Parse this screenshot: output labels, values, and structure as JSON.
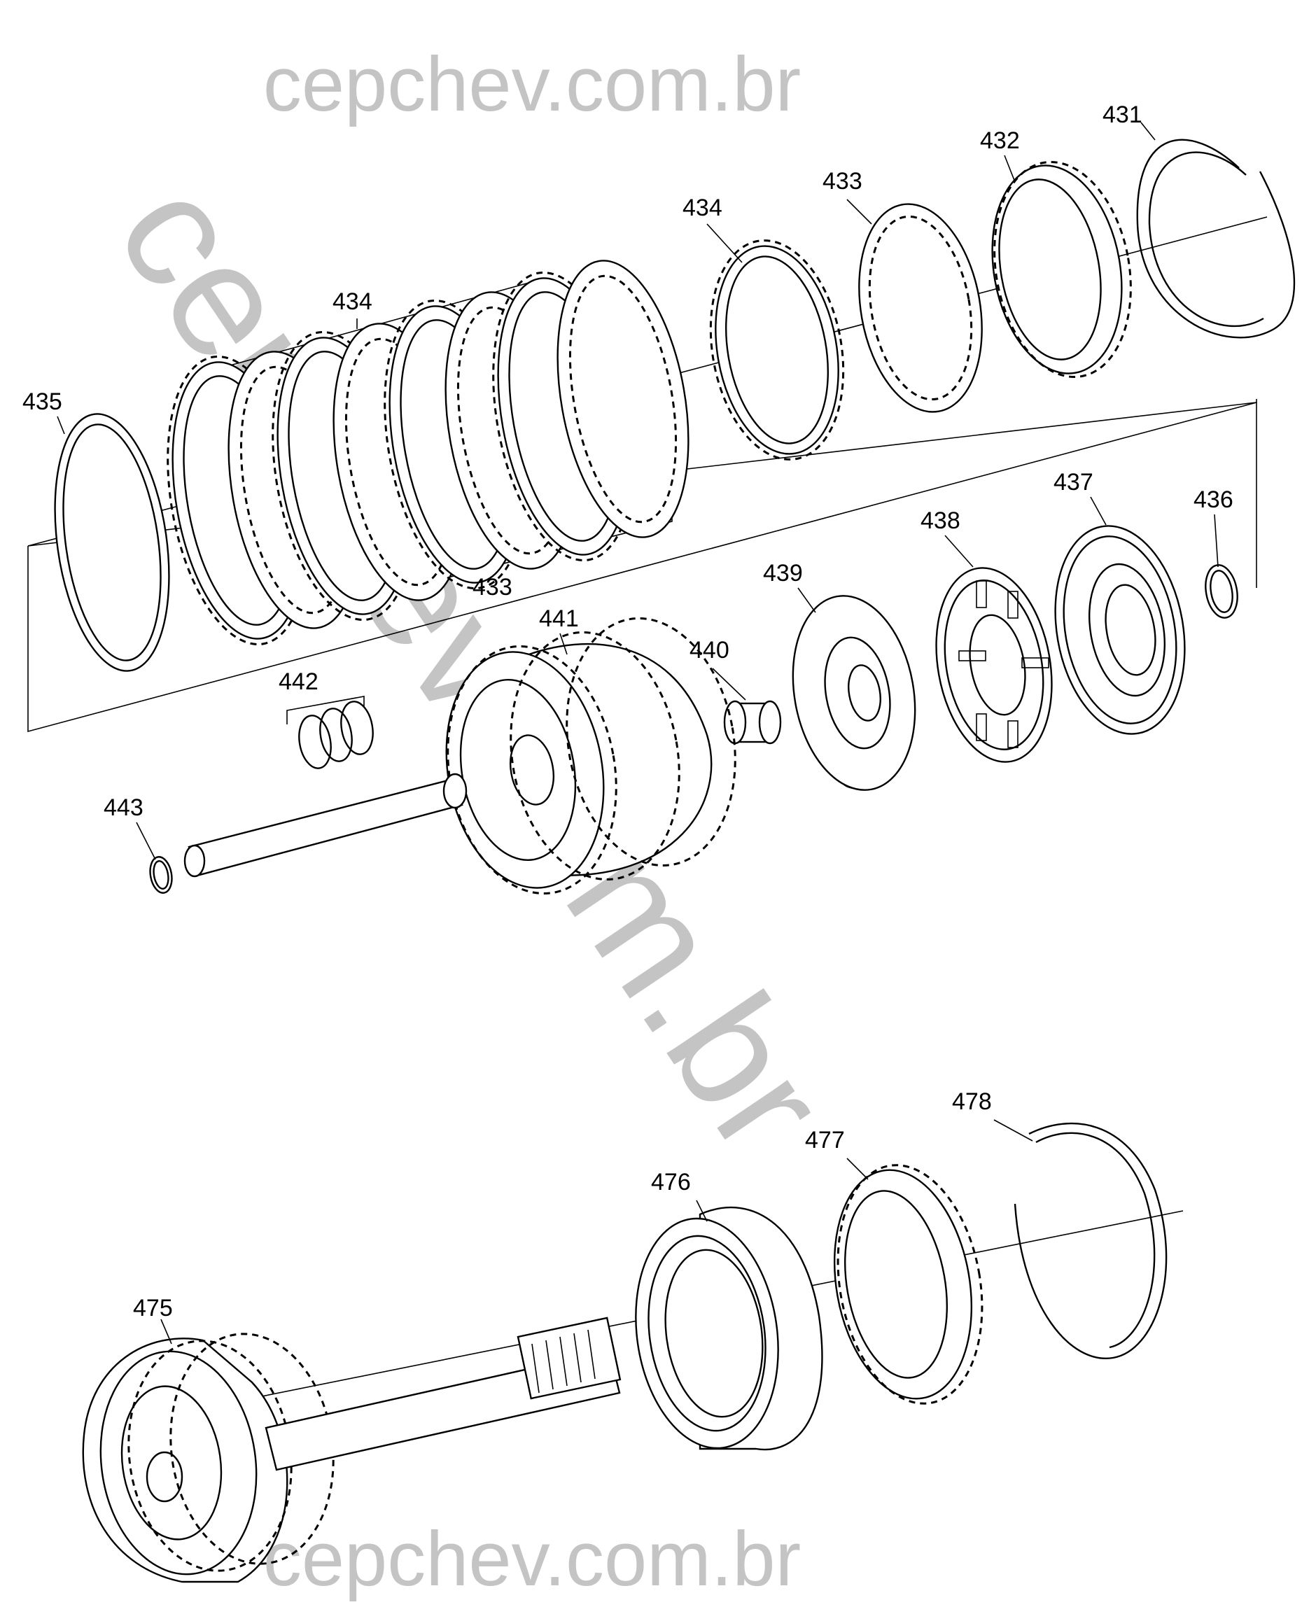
{
  "watermark": {
    "text": "cepchev.com.br",
    "color": "#c4c4c4"
  },
  "callouts": {
    "c431": "431",
    "c432": "432",
    "c433a": "433",
    "c433b": "433",
    "c434a": "434",
    "c434b": "434",
    "c435": "435",
    "c436": "436",
    "c437": "437",
    "c438": "438",
    "c439": "439",
    "c440": "440",
    "c441": "441",
    "c442": "442",
    "c443": "443",
    "c475": "475",
    "c476": "476",
    "c477": "477",
    "c478": "478"
  }
}
